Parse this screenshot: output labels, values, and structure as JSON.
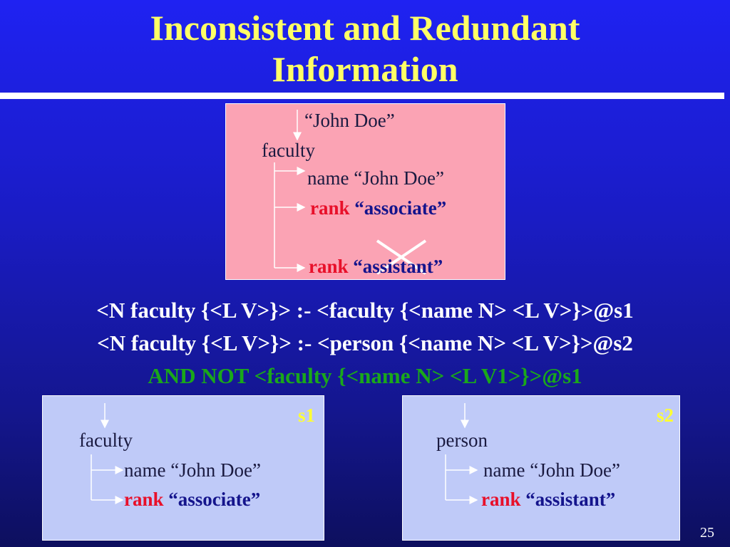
{
  "title": {
    "line1": "Inconsistent and Redundant",
    "line2": "Information"
  },
  "main_box": {
    "root_value": "“John Doe”",
    "node": "faculty",
    "name_label": "name “John Doe”",
    "rank1_label": "rank",
    "rank1_value": "“associate”",
    "rank2_label": "rank",
    "rank2_value": "“assistant”"
  },
  "rules": {
    "line1": "<N faculty {<L V>}> :- <faculty {<name N> <L V>}>@s1",
    "line2": "<N faculty {<L V>}> :- <person {<name N> <L V>}>@s2",
    "line3": "AND NOT <faculty {<name N> <L V1>}>@s1"
  },
  "s1_box": {
    "label": "s1",
    "node": "faculty",
    "name_label": "name “John Doe”",
    "rank_label": "rank",
    "rank_value": "“associate”"
  },
  "s2_box": {
    "label": "s2",
    "node": "person",
    "name_label": "name “John Doe”",
    "rank_label": "rank",
    "rank_value": "“assistant”"
  },
  "page_number": "25"
}
